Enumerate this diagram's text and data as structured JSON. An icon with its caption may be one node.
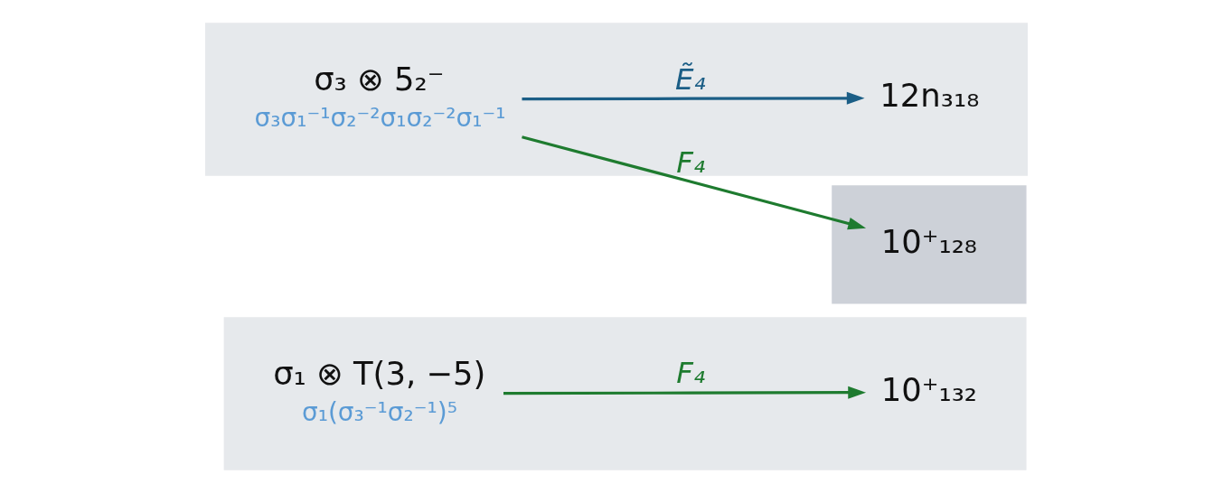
{
  "diagram": {
    "nodes": [
      {
        "text": [],
        "shape": "band"
      },
      {
        "text": [
          "σ₃ ⊗ 5₂⁻",
          "σ₃σ₁⁻¹σ₂⁻²σ₁σ₂⁻²σ₁⁻¹"
        ],
        "in": 0
      },
      {
        "text": [
          "12n₃₁₈"
        ],
        "in": 0
      },
      {
        "text": [],
        "shape": "band"
      },
      {
        "text": [
          "10⁺₁₂₈"
        ],
        "in": 3
      },
      {
        "text": [],
        "shape": "band"
      },
      {
        "text": [
          "σ₁ ⊗ T(3, −5)",
          "σ₁(σ₃⁻¹σ₂⁻¹)⁵"
        ],
        "in": 5
      },
      {
        "text": [
          "10⁺₁₃₂"
        ],
        "in": 5
      }
    ],
    "edges": [
      {
        "from": 1,
        "to": 2,
        "arrow": "to",
        "label": "Ẽ₄",
        "color": "#1b5e86"
      },
      {
        "from": 1,
        "to": 4,
        "arrow": "to",
        "label": "F₄"
      },
      {
        "from": 6,
        "to": 7,
        "arrow": "to",
        "label": "F₄"
      }
    ]
  }
}
